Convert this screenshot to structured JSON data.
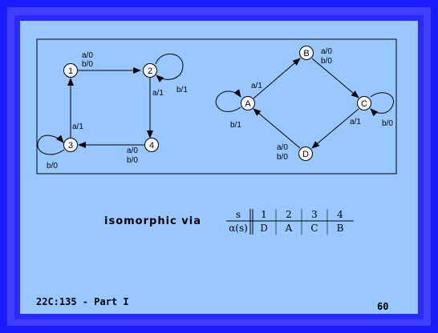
{
  "machine1": {
    "nodes": [
      "1",
      "2",
      "3",
      "4"
    ],
    "edges": {
      "e12": [
        "a/0",
        "b/0"
      ],
      "e22": [
        "b/1"
      ],
      "e24": [
        "a/1"
      ],
      "e43": [
        "a/0",
        "b/0"
      ],
      "e31": [
        "a/1"
      ],
      "e33": [
        "b/0"
      ]
    }
  },
  "machine2": {
    "nodes": [
      "A",
      "B",
      "C",
      "D"
    ],
    "edges": {
      "eAB": [
        "a/1"
      ],
      "eAA": [
        "b/1"
      ],
      "eBC": [
        "a/0",
        "b/0"
      ],
      "eCC": [
        "b/0"
      ],
      "eCD": [
        "a/1"
      ],
      "eDA": [
        "a/0",
        "b/0"
      ]
    }
  },
  "heading": "isomorphic via",
  "mapping_table": {
    "header": [
      "s",
      "1",
      "2",
      "3",
      "4"
    ],
    "row": [
      "α(s)",
      "D",
      "A",
      "C",
      "B"
    ]
  },
  "footer": {
    "course": "22C:135 - Part I",
    "page": "60"
  }
}
